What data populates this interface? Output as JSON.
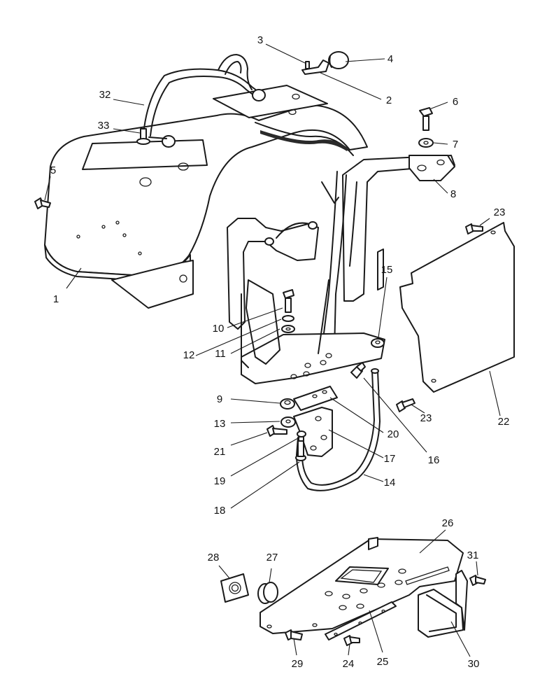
{
  "callouts": [
    {
      "id": "1",
      "label": "1"
    },
    {
      "id": "2",
      "label": "2"
    },
    {
      "id": "3",
      "label": "3"
    },
    {
      "id": "4",
      "label": "4"
    },
    {
      "id": "5",
      "label": "5"
    },
    {
      "id": "6",
      "label": "6"
    },
    {
      "id": "7",
      "label": "7"
    },
    {
      "id": "8",
      "label": "8"
    },
    {
      "id": "9",
      "label": "9"
    },
    {
      "id": "10",
      "label": "10"
    },
    {
      "id": "11",
      "label": "11"
    },
    {
      "id": "12",
      "label": "12"
    },
    {
      "id": "13",
      "label": "13"
    },
    {
      "id": "14",
      "label": "14"
    },
    {
      "id": "15",
      "label": "15"
    },
    {
      "id": "16",
      "label": "16"
    },
    {
      "id": "17",
      "label": "17"
    },
    {
      "id": "18",
      "label": "18"
    },
    {
      "id": "19",
      "label": "19"
    },
    {
      "id": "20",
      "label": "20"
    },
    {
      "id": "21",
      "label": "21"
    },
    {
      "id": "22",
      "label": "22"
    },
    {
      "id": "23a",
      "label": "23"
    },
    {
      "id": "23b",
      "label": "23"
    },
    {
      "id": "24",
      "label": "24"
    },
    {
      "id": "25",
      "label": "25"
    },
    {
      "id": "26",
      "label": "26"
    },
    {
      "id": "27",
      "label": "27"
    },
    {
      "id": "28",
      "label": "28"
    },
    {
      "id": "29",
      "label": "29"
    },
    {
      "id": "30",
      "label": "30"
    },
    {
      "id": "31",
      "label": "31"
    },
    {
      "id": "32",
      "label": "32"
    },
    {
      "id": "33",
      "label": "33"
    }
  ]
}
